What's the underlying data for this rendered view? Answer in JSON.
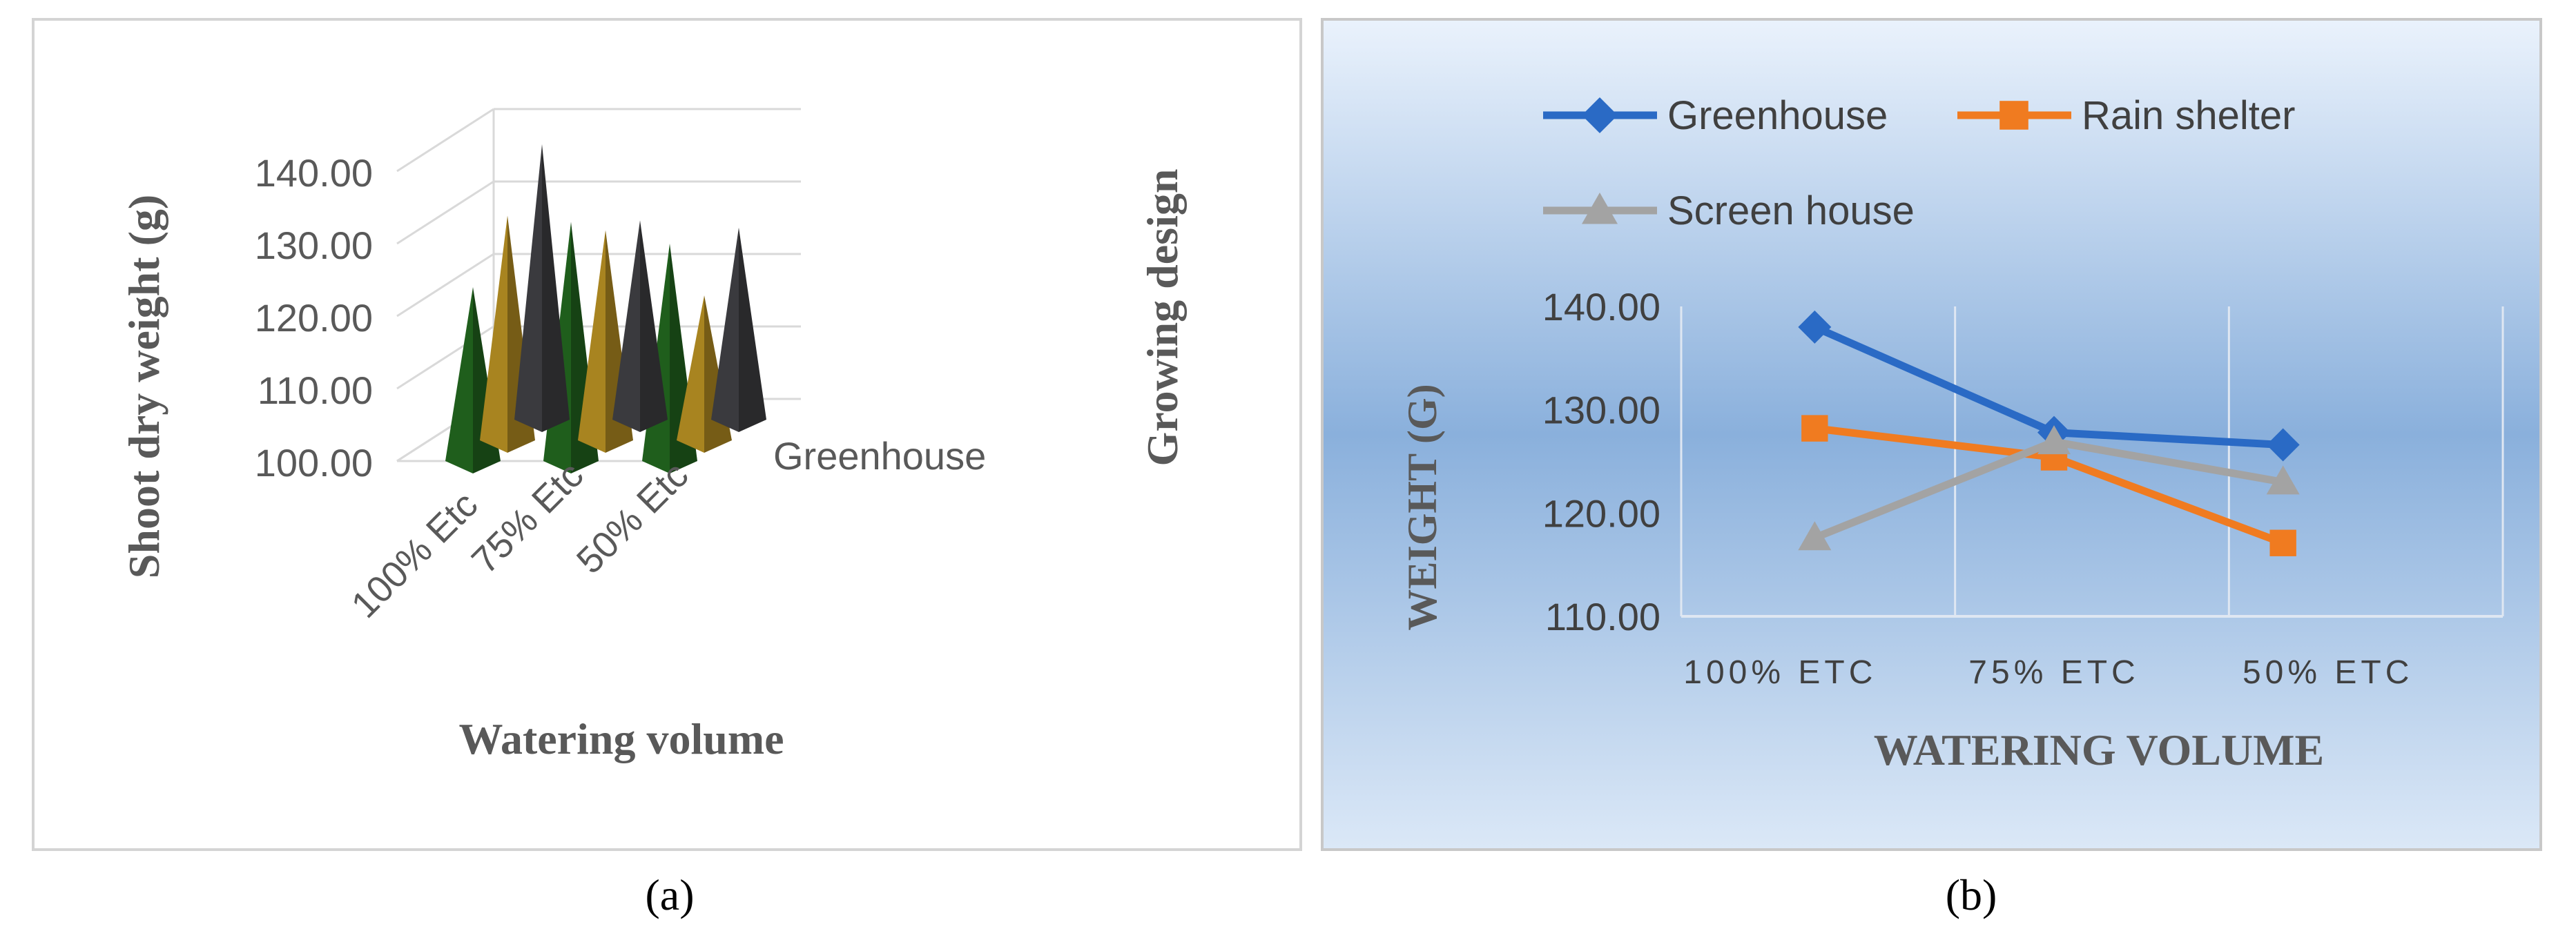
{
  "chart_data": [
    {
      "type": "bar",
      "panel_label": "(a)",
      "title": "",
      "xlabel": "Watering volume",
      "ylabel": "Shoot dry weight (g)",
      "zlabel": "Growing design",
      "ylim": [
        100,
        140
      ],
      "yticks": [
        "100.00",
        "110.00",
        "120.00",
        "130.00",
        "140.00"
      ],
      "categories": [
        "100% Etc",
        "75% Etc",
        "50% Etc"
      ],
      "depth_labels": [
        "Greenhouse"
      ],
      "series": [
        {
          "values": [
            138,
            127.5,
            126.5
          ]
        },
        {
          "values": [
            131,
            129,
            120
          ]
        },
        {
          "values": [
            124,
            133,
            130
          ]
        }
      ],
      "colors": [
        "#3a3a3e",
        "#a88420",
        "#1f5e1c"
      ]
    },
    {
      "type": "line",
      "panel_label": "(b)",
      "title": "",
      "xlabel": "WATERING VOLUME",
      "ylabel": "WEIGHT (G)",
      "ylim": [
        110,
        140
      ],
      "yticks": [
        "110.00",
        "120.00",
        "130.00",
        "140.00"
      ],
      "categories": [
        "100% ETC",
        "75% ETC",
        "50% ETC"
      ],
      "legend_position": "top",
      "grid": true,
      "series": [
        {
          "name": "Greenhouse",
          "values": [
            138,
            127.8,
            126.6
          ],
          "color": "#2a6ac5",
          "marker": "diamond"
        },
        {
          "name": "Rain shelter",
          "values": [
            128.2,
            125.4,
            117.1
          ],
          "color": "#f07b20",
          "marker": "square"
        },
        {
          "name": "Screen house",
          "values": [
            117.6,
            126.9,
            123.0
          ],
          "color": "#a3a3a3",
          "marker": "triangle"
        }
      ]
    }
  ]
}
